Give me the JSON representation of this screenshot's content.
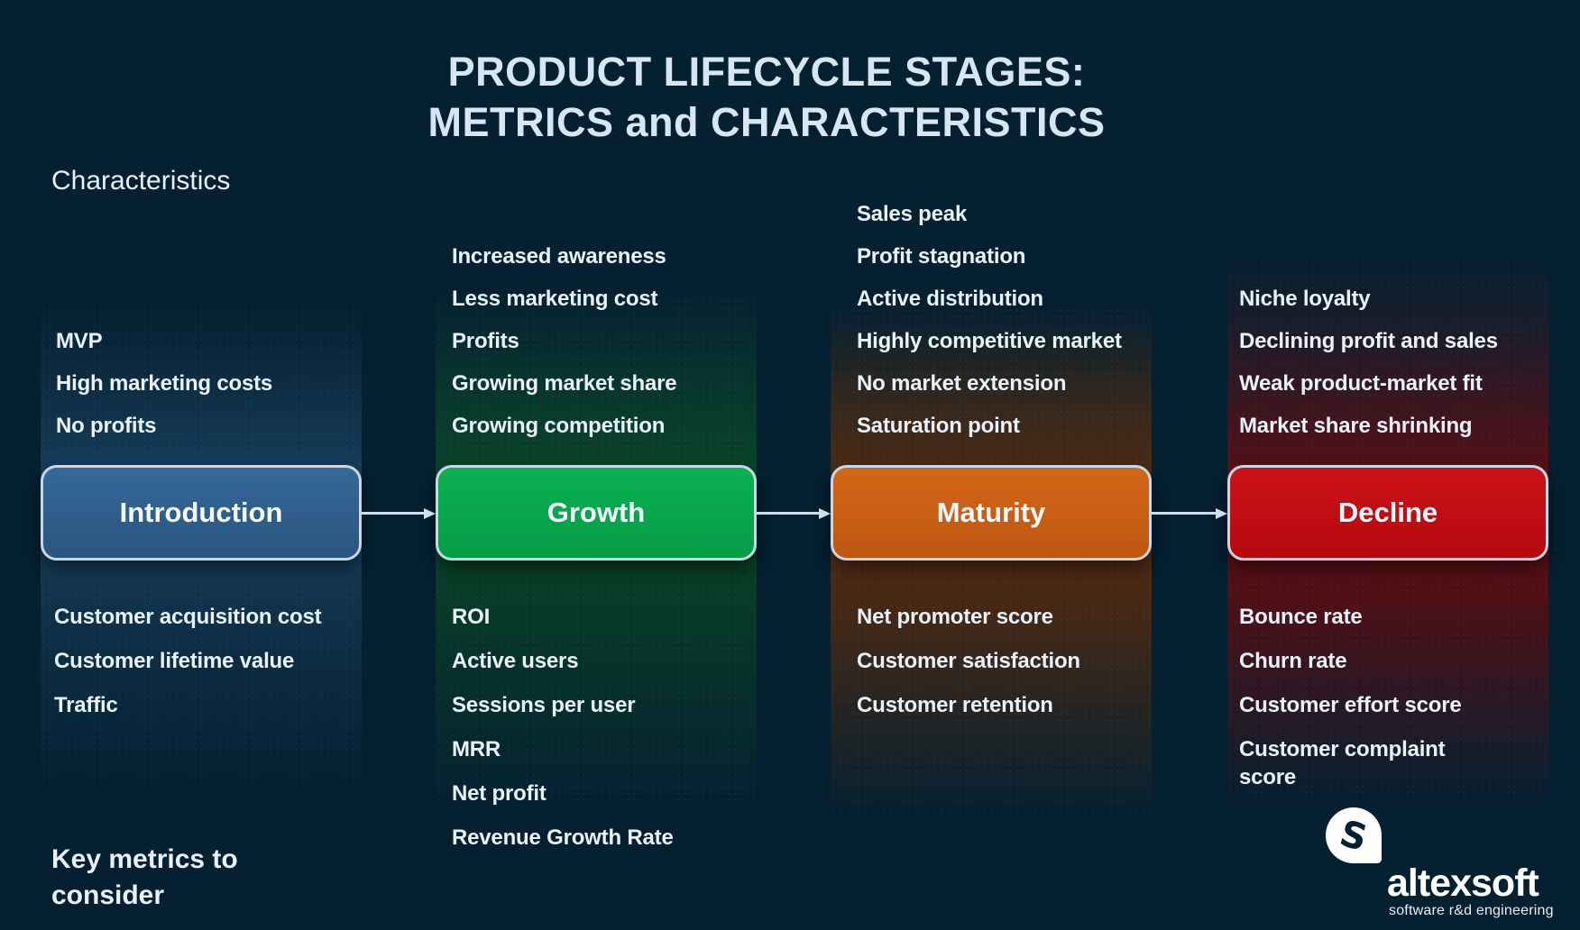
{
  "title": {
    "line1": "PRODUCT LIFECYCLE STAGES:",
    "line2": "METRICS and CHARACTERISTICS"
  },
  "side_labels": {
    "characteristics": "Characteristics",
    "key_metrics": "Key metrics to consider"
  },
  "stages": [
    {
      "name": "Introduction",
      "button_color": "#2e5c88",
      "characteristics": [
        "MVP",
        "High marketing costs",
        "No profits"
      ],
      "metrics": [
        "Customer acquisition cost",
        "Customer lifetime value",
        "Traffic"
      ]
    },
    {
      "name": "Growth",
      "button_color": "#08a94e",
      "characteristics": [
        "Increased awareness",
        "Less marketing cost",
        "Profits",
        "Growing market share",
        "Growing competition"
      ],
      "metrics": [
        "ROI",
        "Active users",
        "Sessions per user",
        "MRR",
        "Net profit",
        "Revenue Growth Rate"
      ]
    },
    {
      "name": "Maturity",
      "button_color": "#cb5e15",
      "characteristics": [
        "Sales peak",
        "Profit stagnation",
        "Active distribution",
        "Highly competitive market",
        "No market extension",
        "Saturation point"
      ],
      "metrics": [
        "Net promoter score",
        "Customer satisfaction",
        "Customer retention"
      ]
    },
    {
      "name": "Decline",
      "button_color": "#c20e13",
      "characteristics": [
        "Niche loyalty",
        "Declining profit and sales",
        "Weak product-market fit",
        "Market share shrinking"
      ],
      "metrics": [
        "Bounce rate",
        "Churn rate",
        "Customer effort score",
        "Customer complaint score"
      ]
    }
  ],
  "flow": {
    "arrow_color": "#cfe0ec"
  },
  "logo": {
    "wordmark": "altexsoft",
    "tagline": "software r&d engineering"
  },
  "colors": {
    "background": "#042031",
    "title_text": "#d7e6f3",
    "body_text": "#eaf2f9",
    "button_border": "#c6d8e8"
  }
}
